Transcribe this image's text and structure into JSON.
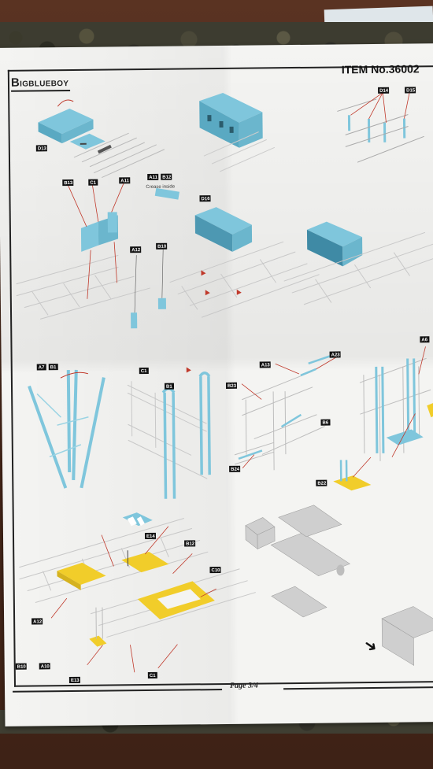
{
  "sheet": {
    "brand": "BIGBLUEBOY",
    "brand_first": "B",
    "brand_rest": "IGBLUEBOY",
    "item_number": "ITEM No.36002",
    "page": "Page 3/4",
    "crease_note": "Crease inside"
  },
  "part_tags": {
    "d13": "D13",
    "d14": "D14",
    "d15": "D15",
    "b13": "B13",
    "c1a": "C1",
    "a11": "A11",
    "a11b": "A11",
    "b12": "B12",
    "d16": "D16",
    "a12": "A12",
    "b10": "B10",
    "a7": "A7",
    "b1": "B1",
    "c1b": "C1",
    "b1b": "B1",
    "a13": "A13",
    "b23": "B23",
    "a23": "A23",
    "a6": "A6",
    "b6": "B6",
    "b22": "B22",
    "b24": "B24",
    "e14": "E14",
    "b12b": "B12",
    "c10": "C10",
    "a12b": "A12",
    "b10b": "B10",
    "a10": "A10",
    "e13": "E13",
    "c1c": "C1"
  },
  "colors": {
    "part_blue": "#7fc6dc",
    "part_yellow": "#f1cd2a",
    "leader_red": "#c0392b",
    "line_grey": "#b9b9b9"
  }
}
